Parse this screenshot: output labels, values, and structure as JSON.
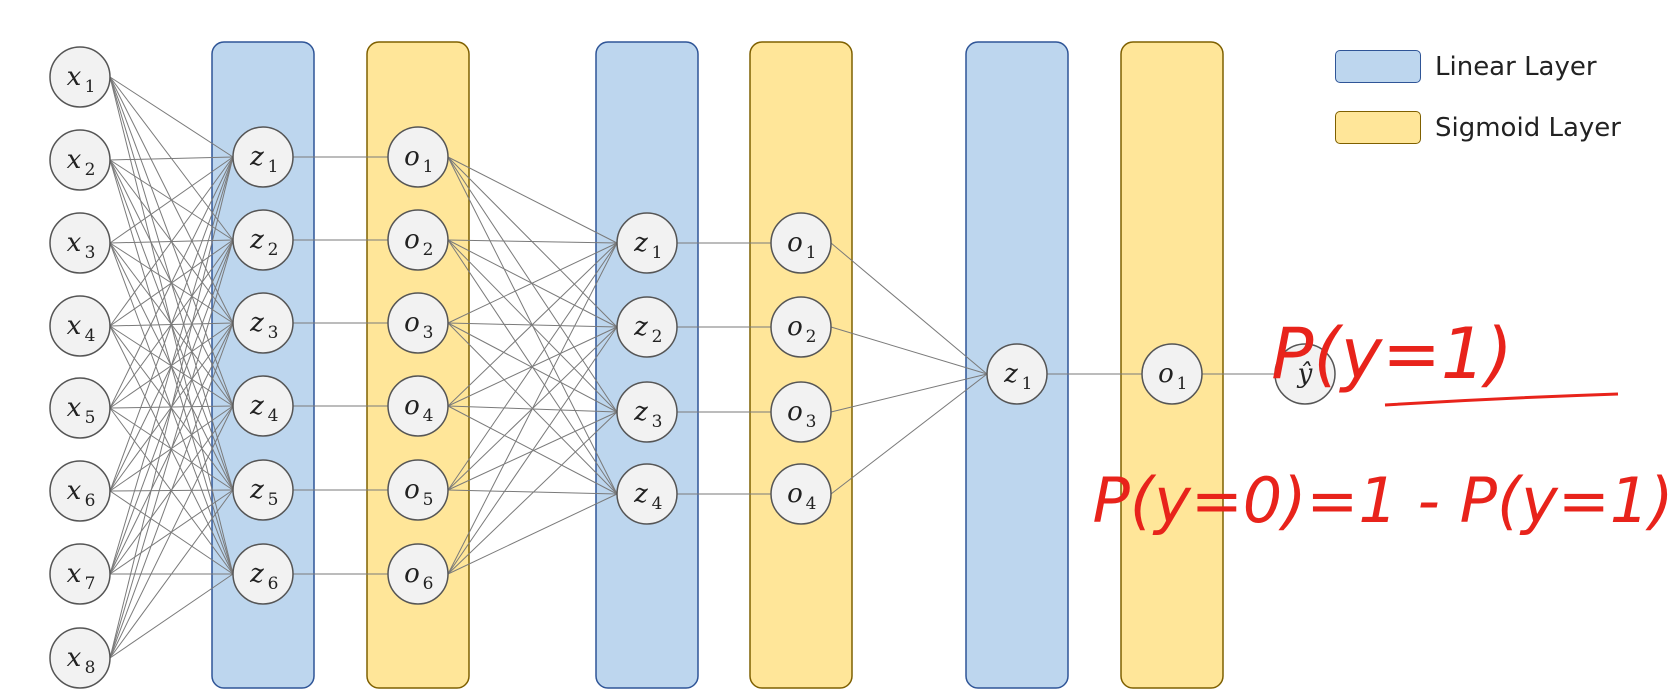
{
  "colors": {
    "linear_fill": "#bdd6ee",
    "linear_stroke": "#2f5597",
    "sigmoid_fill": "#ffe699",
    "sigmoid_stroke": "#7f6000",
    "node_fill": "#f2f2f2",
    "node_stroke": "#555555",
    "edge": "#7a7a7a",
    "annotation": "#e8231b"
  },
  "legend": [
    {
      "label": "Linear Layer",
      "type": "linear"
    },
    {
      "label": "Sigmoid Layer",
      "type": "sigmoid"
    }
  ],
  "network": {
    "inputs": [
      "x",
      "x",
      "x",
      "x",
      "x",
      "x",
      "x",
      "x"
    ],
    "input_subs": [
      "1",
      "2",
      "3",
      "4",
      "5",
      "6",
      "7",
      "8"
    ],
    "columns": [
      {
        "type": "linear",
        "symbol": "z",
        "count": 6
      },
      {
        "type": "sigmoid",
        "symbol": "o",
        "count": 6
      },
      {
        "type": "linear",
        "symbol": "z",
        "count": 4
      },
      {
        "type": "sigmoid",
        "symbol": "o",
        "count": 4
      },
      {
        "type": "linear",
        "symbol": "z",
        "count": 1
      },
      {
        "type": "sigmoid",
        "symbol": "o",
        "count": 1
      }
    ],
    "output_symbol": "ŷ"
  },
  "annotations": {
    "line1": "P(y=1)",
    "line2": "P(y=0)=1 - P(y=1)"
  }
}
